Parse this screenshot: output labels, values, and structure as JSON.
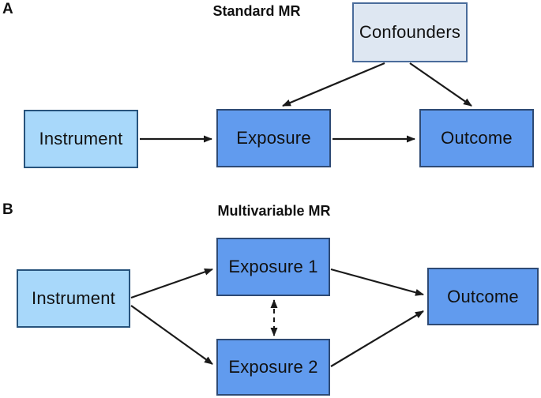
{
  "figure": {
    "background": "#ffffff",
    "line_color": "#1a1a1a",
    "text_color": "#111111"
  },
  "panels": [
    {
      "label": "A",
      "title": "Standard MR",
      "nodes": [
        {
          "id": "confounders",
          "label": "Confounders",
          "fill": "#dee7f2",
          "border": "#4a6c9b"
        },
        {
          "id": "instrument",
          "label": "Instrument",
          "fill": "#a8d8fa",
          "border": "#27537c"
        },
        {
          "id": "exposure",
          "label": "Exposure",
          "fill": "#619bee",
          "border": "#2e4a74"
        },
        {
          "id": "outcome",
          "label": "Outcome",
          "fill": "#619bee",
          "border": "#2e4a74"
        }
      ],
      "edges": [
        {
          "from": "instrument",
          "to": "exposure",
          "style": "solid",
          "direction": "one-way"
        },
        {
          "from": "exposure",
          "to": "outcome",
          "style": "solid",
          "direction": "one-way"
        },
        {
          "from": "confounders",
          "to": "exposure",
          "style": "solid",
          "direction": "one-way"
        },
        {
          "from": "confounders",
          "to": "outcome",
          "style": "solid",
          "direction": "one-way"
        }
      ]
    },
    {
      "label": "B",
      "title": "Multivariable MR",
      "nodes": [
        {
          "id": "instrument",
          "label": "Instrument",
          "fill": "#a8d8fa",
          "border": "#27537c"
        },
        {
          "id": "exposure1",
          "label": "Exposure 1",
          "fill": "#619bee",
          "border": "#2e4a74"
        },
        {
          "id": "exposure2",
          "label": "Exposure 2",
          "fill": "#619bee",
          "border": "#2e4a74"
        },
        {
          "id": "outcome",
          "label": "Outcome",
          "fill": "#619bee",
          "border": "#2e4a74"
        }
      ],
      "edges": [
        {
          "from": "instrument",
          "to": "exposure1",
          "style": "solid",
          "direction": "one-way"
        },
        {
          "from": "instrument",
          "to": "exposure2",
          "style": "solid",
          "direction": "one-way"
        },
        {
          "from": "exposure1",
          "to": "outcome",
          "style": "solid",
          "direction": "one-way"
        },
        {
          "from": "exposure2",
          "to": "outcome",
          "style": "solid",
          "direction": "one-way"
        },
        {
          "from": "exposure1",
          "to": "exposure2",
          "style": "dashed",
          "direction": "two-way"
        }
      ]
    }
  ]
}
